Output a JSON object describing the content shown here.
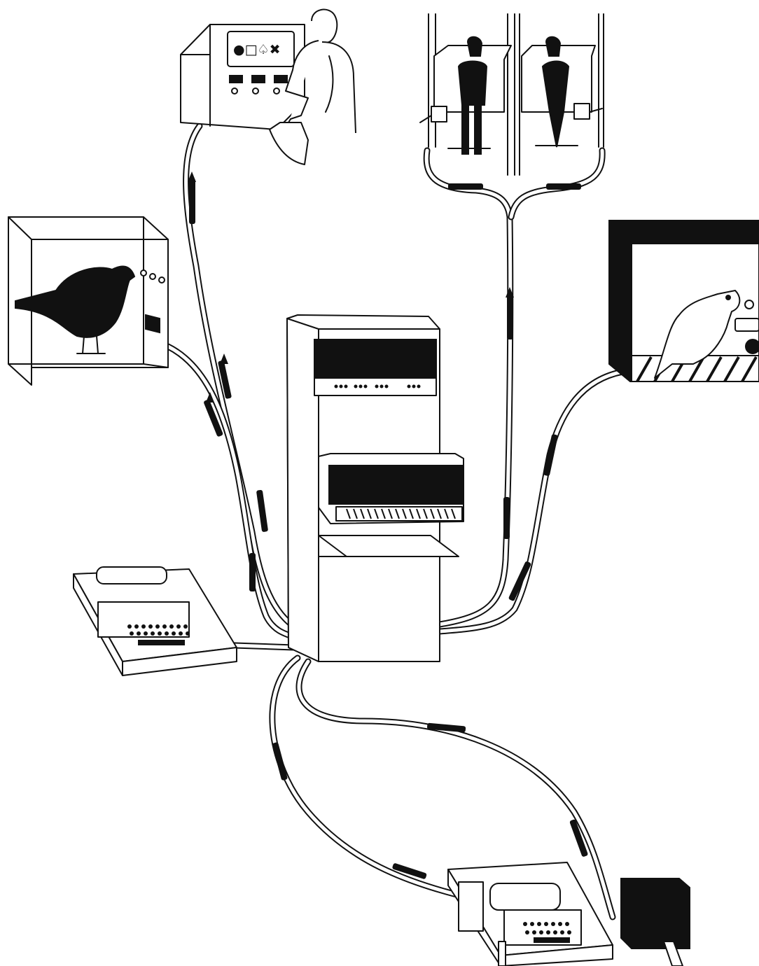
{
  "figure": {
    "title": "",
    "components": [
      {
        "id": "central-computer",
        "icon": "computer-cabinet-icon"
      },
      {
        "id": "human-terminal",
        "icon": "touch-screen-console-icon"
      },
      {
        "id": "monkey-chairs",
        "icon": "primate-restraint-chair-icon"
      },
      {
        "id": "pigeon-chamber",
        "icon": "pigeon-operant-chamber-icon"
      },
      {
        "id": "rat-chamber",
        "icon": "rat-operant-chamber-icon"
      },
      {
        "id": "teletype-left",
        "icon": "teletype-printer-icon"
      },
      {
        "id": "teletype-bottom",
        "icon": "teletype-printer-icon"
      },
      {
        "id": "tape-unit",
        "icon": "tape-reader-icon"
      }
    ],
    "screen_symbols": "●□♤✖",
    "colors": {
      "ink": "#111111",
      "paper": "#ffffff"
    }
  }
}
